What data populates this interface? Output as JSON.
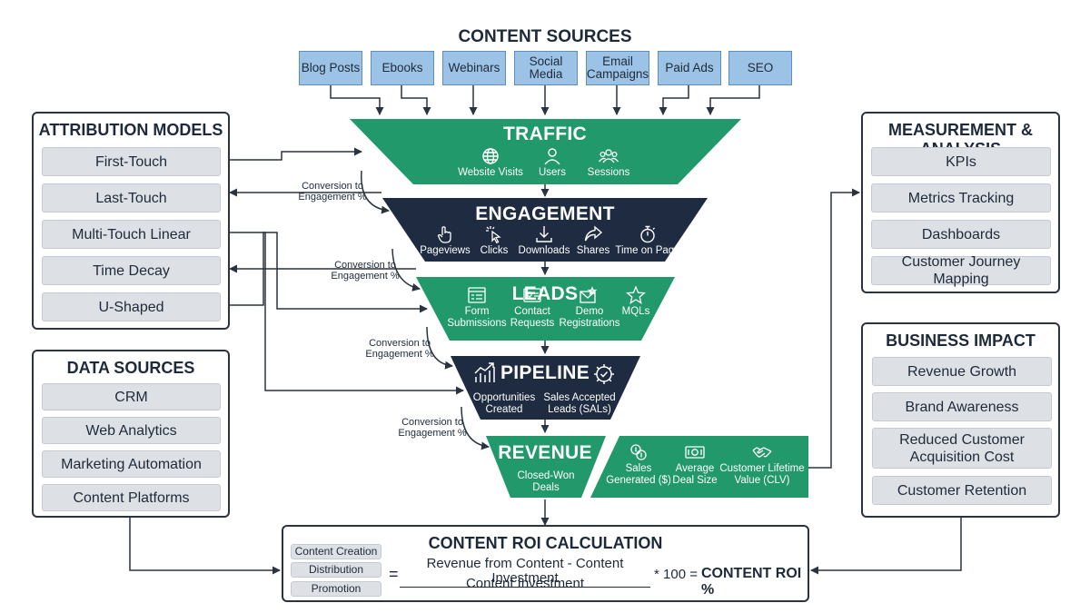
{
  "content_sources": {
    "title": "CONTENT SOURCES",
    "items": [
      "Blog Posts",
      "Ebooks",
      "Webinars",
      "Social Media",
      "Email Campaigns",
      "Paid Ads",
      "SEO"
    ]
  },
  "attribution": {
    "title": "ATTRIBUTION MODELS",
    "items": [
      "First-Touch",
      "Last-Touch",
      "Multi-Touch Linear",
      "Time Decay",
      "U-Shaped"
    ]
  },
  "data_sources": {
    "title": "DATA SOURCES",
    "items": [
      "CRM",
      "Web Analytics",
      "Marketing Automation",
      "Content Platforms"
    ]
  },
  "measurement": {
    "title": "MEASUREMENT & ANALYSIS",
    "items": [
      "KPIs",
      "Metrics Tracking",
      "Dashboards",
      "Customer Journey Mapping"
    ]
  },
  "business_impact": {
    "title": "BUSINESS IMPACT",
    "items": [
      "Revenue Growth",
      "Brand Awareness",
      "Reduced Customer Acquisition Cost",
      "Customer Retention"
    ]
  },
  "funnel": {
    "traffic": {
      "title": "TRAFFIC",
      "items": [
        {
          "label": "Website Visits",
          "icon": "globe-icon"
        },
        {
          "label": "Users",
          "icon": "user-icon"
        },
        {
          "label": "Sessions",
          "icon": "users-icon"
        }
      ]
    },
    "engagement": {
      "title": "ENGAGEMENT",
      "items": [
        {
          "label": "Pageviews",
          "icon": "hand-pointer-icon"
        },
        {
          "label": "Clicks",
          "icon": "cursor-click-icon"
        },
        {
          "label": "Downloads",
          "icon": "download-icon"
        },
        {
          "label": "Shares",
          "icon": "share-icon"
        },
        {
          "label": "Time on Page",
          "icon": "stopwatch-icon"
        }
      ]
    },
    "leads": {
      "title": "LEADS",
      "items": [
        {
          "label": "Form Submissions",
          "icon": "form-icon"
        },
        {
          "label": "Contact Requests",
          "icon": "contact-icon"
        },
        {
          "label": "Demo Registrations",
          "icon": "envelope-icon"
        },
        {
          "label": "MQLs",
          "icon": "star-icon"
        }
      ]
    },
    "pipeline": {
      "title": "PIPELINE",
      "items": [
        {
          "label": "Opportunities Created",
          "icon": "growth-chart-icon"
        },
        {
          "label": "Sales Accepted Leads (SALs)",
          "icon": "gear-check-icon"
        }
      ]
    },
    "revenue": {
      "title": "REVENUE",
      "items": [
        {
          "label": "Closed-Won Deals",
          "icon": ""
        }
      ]
    },
    "revenue_metrics": [
      {
        "label": "Sales Generated ($)",
        "icon": "coins-icon"
      },
      {
        "label": "Average Deal Size",
        "icon": "dollar-bill-icon"
      },
      {
        "label": "Customer Lifetime Value (CLV)",
        "icon": "handshake-icon"
      }
    ],
    "conversion_label": "Conversion to Engagement %"
  },
  "roi": {
    "title": "CONTENT ROI CALCULATION",
    "inputs": [
      "Content Creation",
      "Distribution",
      "Promotion"
    ],
    "equals": "=",
    "numerator": "Revenue from Content - Content Investment",
    "denominator": "Content Investment",
    "multiplier": "* 100 =",
    "result": "CONTENT ROI %"
  },
  "colors": {
    "green": "#22996a",
    "navy": "#1f2b40",
    "source_blue": "#9cc3e6",
    "gray_box": "#dde1e6",
    "line": "#2a3340"
  }
}
